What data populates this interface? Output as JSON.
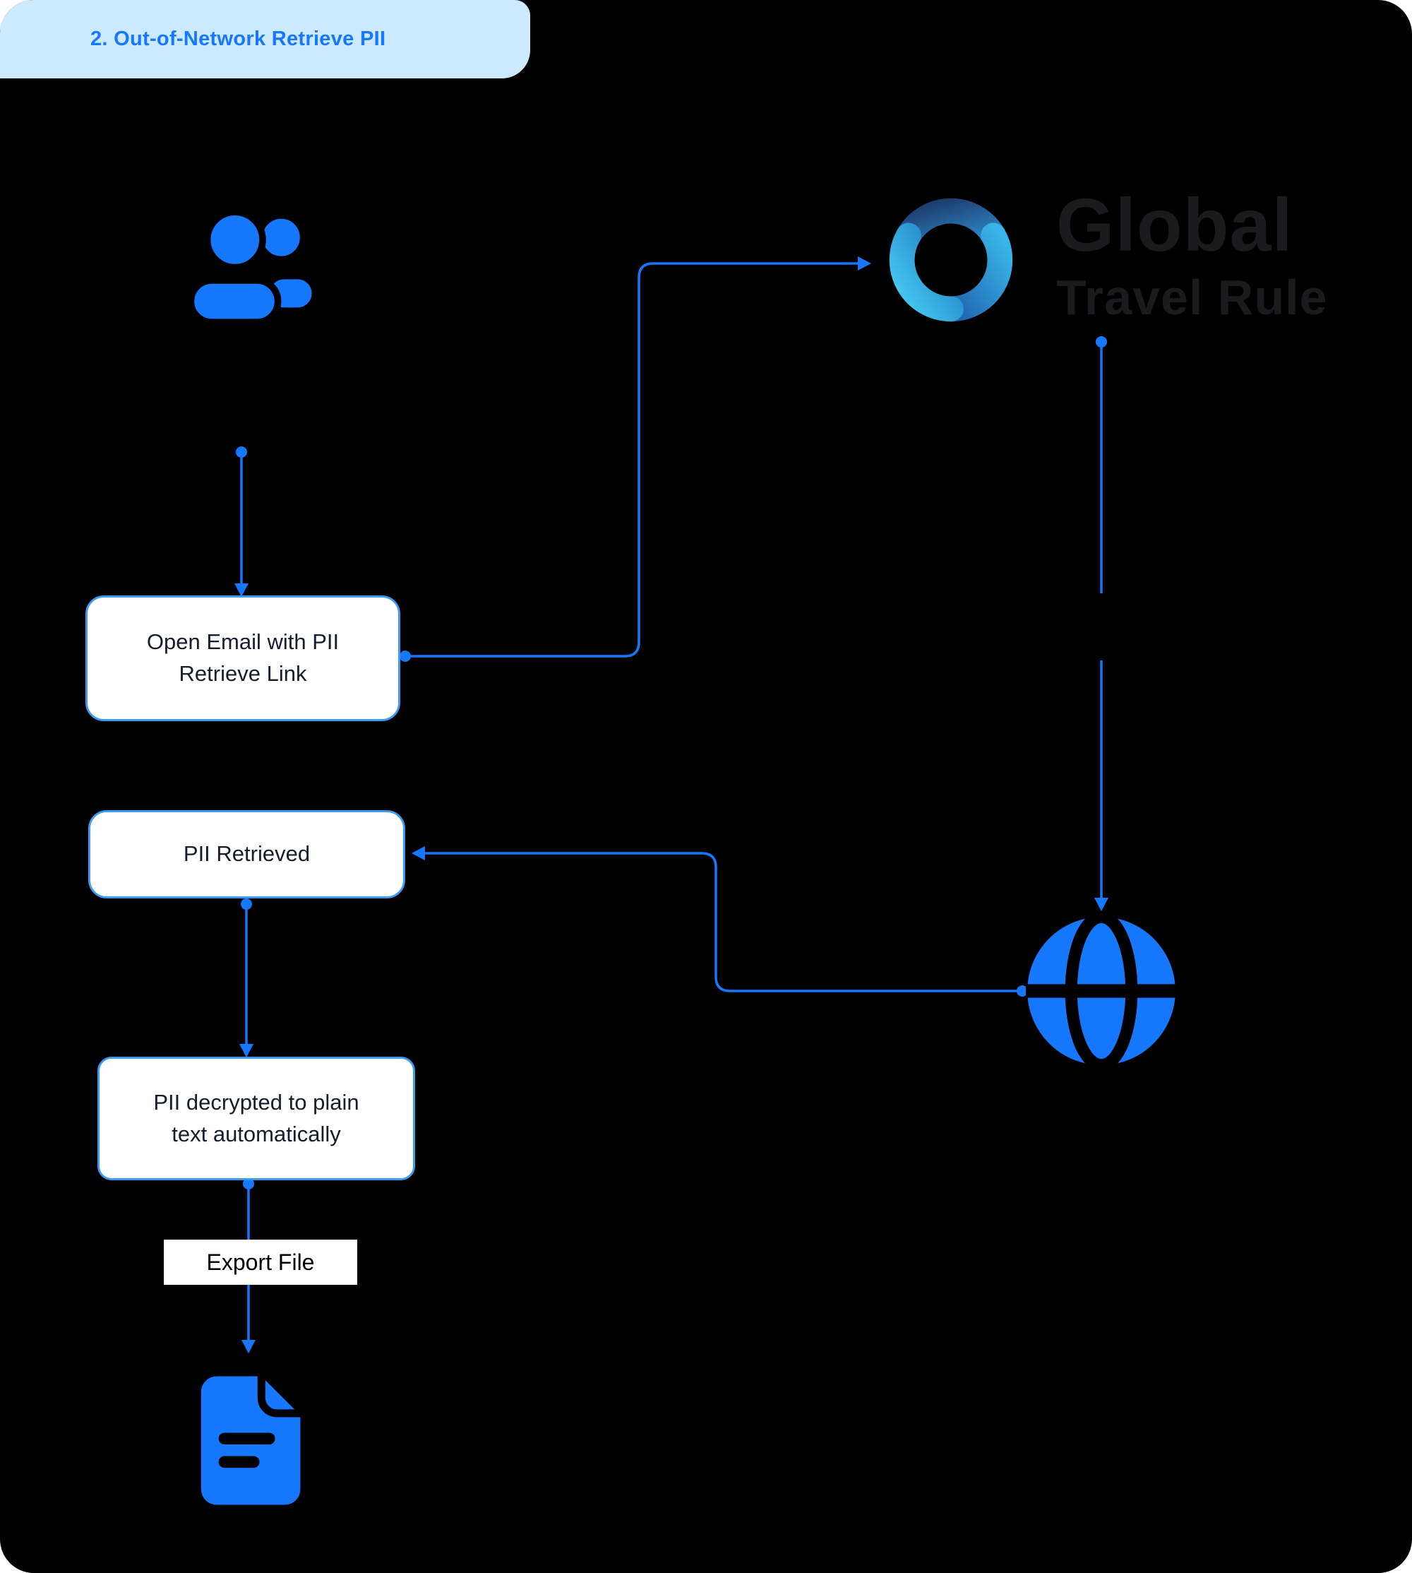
{
  "tab": {
    "label": "2. Out-of-Network Retrieve PII"
  },
  "logo": {
    "title": "Global",
    "subtitle": "Travel Rule"
  },
  "flow": {
    "open_email": {
      "line1": "Open Email with PII",
      "line2": "Retrieve Link"
    },
    "pii_retrieved": {
      "label": "PII Retrieved"
    },
    "pii_decrypted": {
      "line1": "PII decrypted to plain",
      "line2": "text automatically"
    },
    "export_file": {
      "label": "Export File"
    }
  },
  "icons": {
    "users": "users-icon",
    "gtr_swirl": "gtr-logo-icon",
    "globe": "globe-icon",
    "file": "file-document-icon"
  },
  "colors": {
    "accent": "#1677FF",
    "tab_bg": "#CDE9FD",
    "tab_text": "#1677FF",
    "box_border": "#3D9BF5",
    "box_bg": "#FFFFFF",
    "canvas_bg": "#000000",
    "logo_text": "#1B1B1E"
  }
}
